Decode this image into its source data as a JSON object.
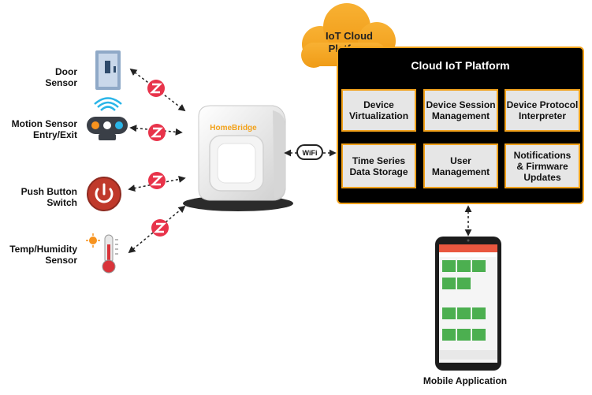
{
  "sensors": [
    {
      "line1": "Door",
      "line2": "Sensor"
    },
    {
      "line1": "Motion Sensor",
      "line2": "Entry/Exit"
    },
    {
      "line1": "Push Button",
      "line2": "Switch"
    },
    {
      "line1": "Temp/Humidity",
      "line2": "Sensor"
    }
  ],
  "hub": {
    "brand": "HomeBridge"
  },
  "wifi_badge": "WiFi",
  "cloud": {
    "line1": "IoT Cloud",
    "line2": "Platform"
  },
  "platform": {
    "title": "Cloud IoT Platform",
    "modules": [
      {
        "line1": "Device",
        "line2": "Virtualization"
      },
      {
        "line1": "Device Session",
        "line2": "Management"
      },
      {
        "line1": "Device Protocol",
        "line2": "Interpreter"
      },
      {
        "line1": "Time Series",
        "line2": "Data Storage"
      },
      {
        "line1": "User",
        "line2": "Management"
      },
      {
        "line1": "Notifications",
        "line2": "& Firmware",
        "line3": "Updates"
      }
    ]
  },
  "mobile": {
    "label": "Mobile Application"
  },
  "colors": {
    "accent": "#f2a21b",
    "zigbee": "#e8334a",
    "phone_green": "#4caf50",
    "phone_header": "#e9573f"
  }
}
